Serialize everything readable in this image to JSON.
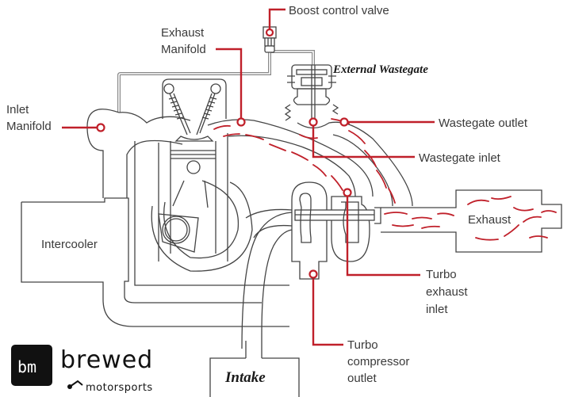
{
  "diagram": {
    "labels": {
      "boost_control_valve": "Boost control valve",
      "exhaust_manifold_1": "Exhaust",
      "exhaust_manifold_2": "Manifold",
      "external_wastegate": "External Wastegate",
      "inlet_manifold_1": "Inlet",
      "inlet_manifold_2": "Manifold",
      "wastegate_outlet": "Wastegate outlet",
      "wastegate_inlet": "Wastegate inlet",
      "intercooler": "Intercooler",
      "exhaust": "Exhaust",
      "turbo_exhaust_inlet_1": "Turbo",
      "turbo_exhaust_inlet_2": "exhaust",
      "turbo_exhaust_inlet_3": "inlet",
      "turbo_compressor_outlet_1": "Turbo",
      "turbo_compressor_outlet_2": "compressor",
      "turbo_compressor_outlet_3": "outlet",
      "intake": "Intake"
    },
    "logo": {
      "badge_text": "bm",
      "word_main": "brewed",
      "word_sub": "motorsports"
    },
    "colors": {
      "callout": "#c0202a",
      "outline": "#444444",
      "vacuum_line": "#888888"
    }
  }
}
